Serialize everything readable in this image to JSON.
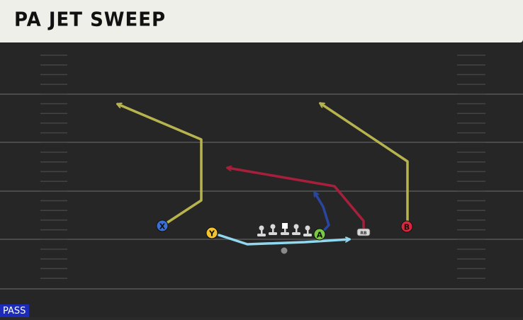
{
  "header": {
    "title": "PA JET SWEEP"
  },
  "play_type_badge": "PASS",
  "players": {
    "x": {
      "label": "X",
      "color": "#3a6fd6"
    },
    "y": {
      "label": "Y",
      "color": "#f2c230"
    },
    "a": {
      "label": "A",
      "color": "#7ac943"
    },
    "b": {
      "label": "B",
      "color": "#d9263c"
    },
    "rb": {
      "label": "RB",
      "color": "#d8d8d8"
    }
  },
  "route_colors": {
    "x": "#b7b34f",
    "b": "#b7b34f",
    "rb": "#a81f3b",
    "a": "#2a46a0",
    "y": "#8fd8f0"
  }
}
